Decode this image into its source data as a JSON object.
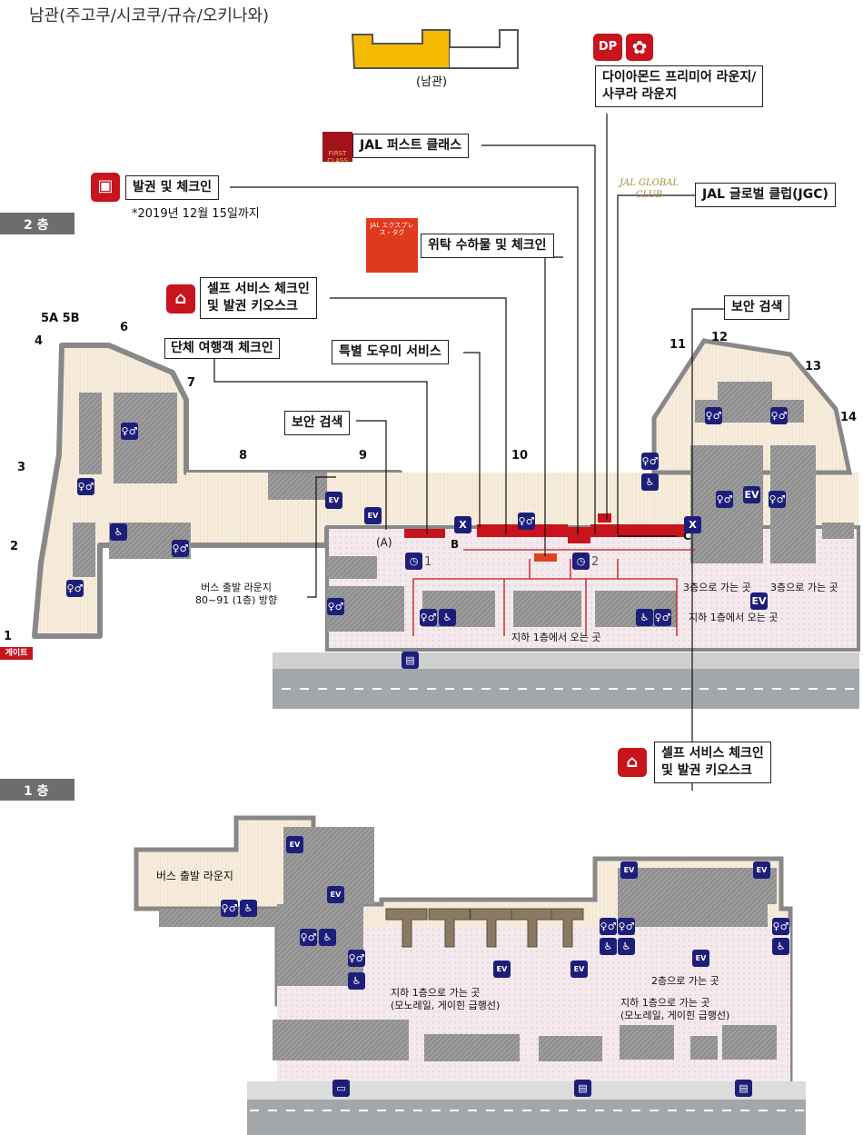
{
  "title": "남관(주고쿠/시코쿠/규슈/오키나와)",
  "locator_label": "(남관)",
  "floor2": {
    "label": "2 층",
    "callouts": {
      "lounge": "다이아몬드 프리미어 라운지/\n사쿠라 라운지",
      "first_class": "JAL 퍼스트 클래스",
      "ticketing": "발권 및 체크인",
      "ticketing_note": "*2019년 12월 15일까지",
      "jgc": "JAL 글로벌 클럽(JGC)",
      "baggage": "위탁 수하물 및 체크인",
      "kiosk": "셀프 서비스 체크인\n및 발권 키오스크",
      "security_right": "보안 검색",
      "group": "단체 여행객 체크인",
      "assist": "특별 도우미 서비스",
      "security_left": "보안 검색",
      "kiosk2": "셀프 서비스 체크인\n및 발권 키오스크"
    },
    "gates": [
      "1",
      "2",
      "3",
      "4",
      "5A 5B",
      "6",
      "7",
      "8",
      "9",
      "10",
      "11",
      "12",
      "13",
      "14"
    ],
    "gate_label": "게이트",
    "bus_lounge_dir": "버스 출발 라운지\n80~91 (1층) 방향",
    "checkpoints": [
      "(A)",
      "B",
      "C"
    ],
    "clock_numbers": [
      "1",
      "2"
    ],
    "to_3f": "3층으로 가는 곳",
    "from_b1": "지하 1층에서 오는 곳",
    "icon_text": {
      "ev": "EV",
      "xray": "X",
      "baggage_icon": "JAL エクスプレス・タグ",
      "first_class_logo": "FIRST CLASS",
      "jgc_logo": "JAL GLOBAL CLUB",
      "lounge_logo": "DP"
    }
  },
  "floor1": {
    "label": "1 층",
    "bus_lounge": "버스 출발 라운지",
    "to_b1": "지하 1층으로 가는 곳\n(모노레일, 게이힌 급행선)",
    "to_2f": "2층으로 가는 곳"
  },
  "colors": {
    "accent_red": "#c8141c",
    "icon_navy": "#1d1e7a",
    "locator_yellow": "#f6bb00"
  }
}
